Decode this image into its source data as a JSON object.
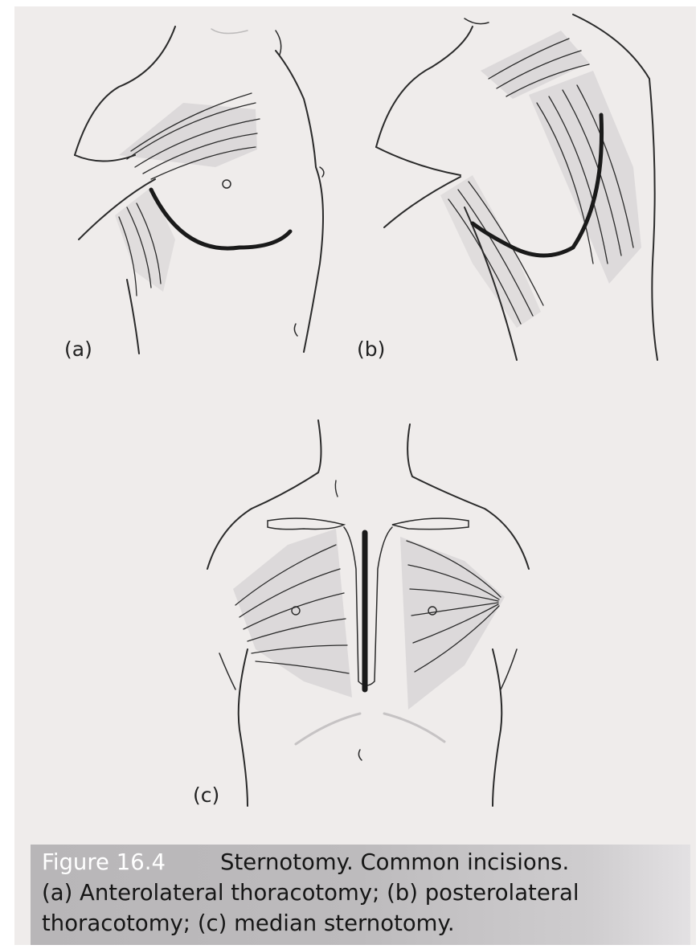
{
  "figure": {
    "number": "Figure 16.4",
    "title": "Sternotomy. Common incisions.",
    "caption_line2": "(a) Anterolateral thoracotomy; (b) posterolateral",
    "caption_line3": "thoracotomy; (c) median sternotomy."
  },
  "panels": {
    "a": {
      "label": "(a)"
    },
    "b": {
      "label": "(b)"
    },
    "c": {
      "label": "(c)"
    }
  },
  "colors": {
    "page_background": "#efeceb",
    "caption_band": "#bdbbbd",
    "figure_number": "#ffffff",
    "line_art": "#2a2a2a",
    "muscle_shading": "#d6d3d4",
    "incision": "#1a1a1a"
  }
}
